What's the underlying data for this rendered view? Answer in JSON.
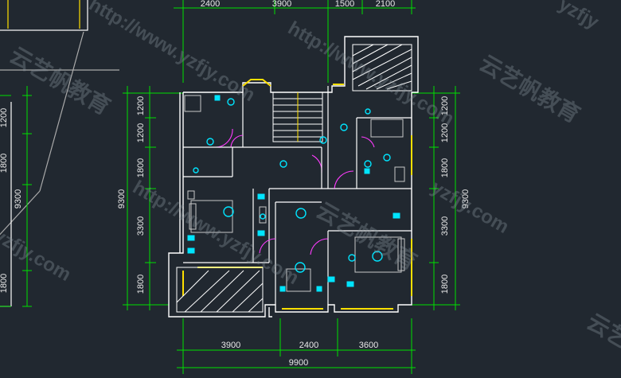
{
  "drawing": {
    "colors": {
      "background": "#212830",
      "wall": "#ffffff",
      "dimension_line": "#00e000",
      "dimension_text": "#e8e8e8",
      "fixture": "#00e5ff",
      "door_swing": "#ff3cff",
      "window": "#ffe000",
      "furniture": "#d0d0d0"
    },
    "top_dimensions": [
      "2400",
      "3900",
      "1500",
      "2100"
    ],
    "bottom_dimensions": [
      "3900",
      "2400",
      "3600"
    ],
    "bottom_total": "9900",
    "left_dimensions": [
      "1200",
      "1200",
      "1800",
      "3300",
      "1800"
    ],
    "left_total": "9300",
    "right_dimensions": [
      "1200",
      "1200",
      "1800",
      "3300",
      "1800"
    ],
    "right_total": "9300",
    "left_partial_dimensions": [
      "1200",
      "1800",
      "9300",
      "1800"
    ],
    "watermarks": {
      "url": "http://www.yzfjy.com",
      "url_short": "yzfjy.com",
      "url_fragment": "yzfjy",
      "brand": "云艺帆教育",
      "brand_fragment": "云艺帆教育"
    }
  }
}
